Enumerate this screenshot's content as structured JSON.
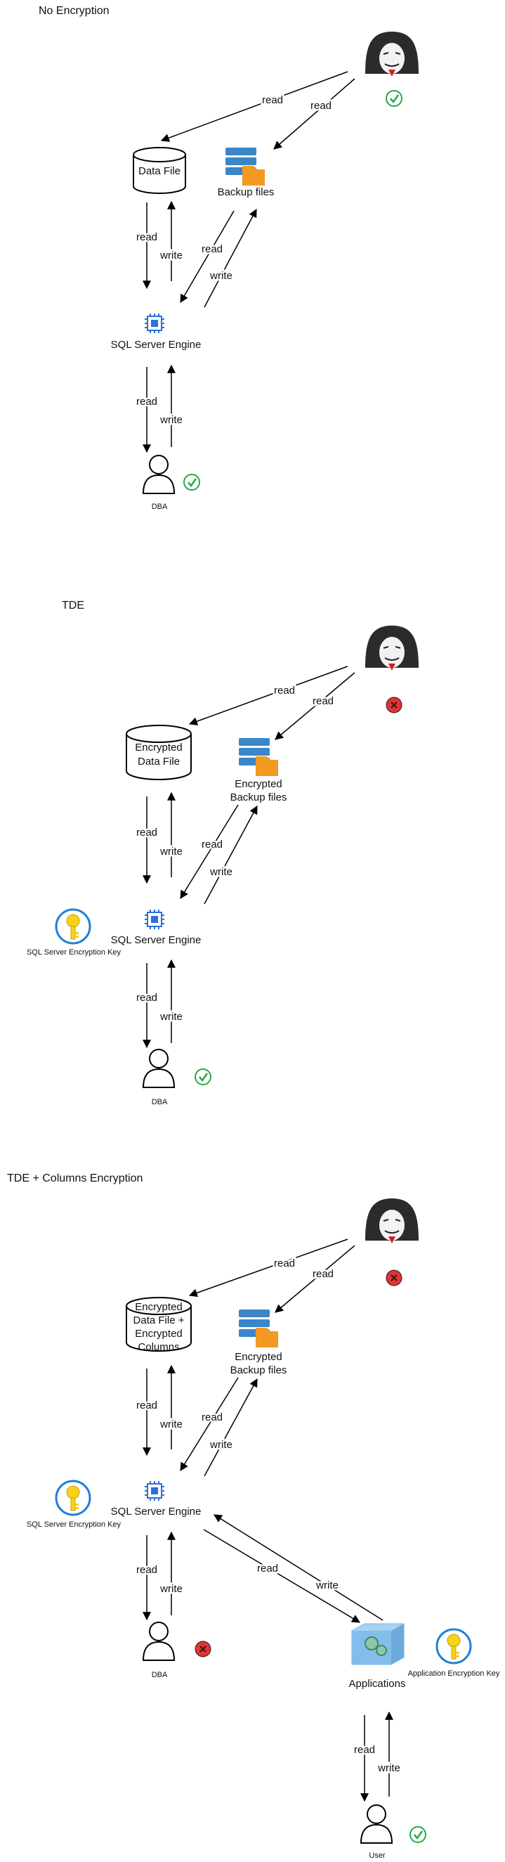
{
  "colors": {
    "line": "#000000",
    "cpu_blue": "#2f6fd6",
    "db_blue": "#3a86c8",
    "folder_orange": "#f29a22",
    "key_yellow": "#f7d21c",
    "key_ring": "#1f7ed8",
    "ok_green": "#22aa44",
    "deny_red": "#e53232",
    "app_cube": "#7ab8e8"
  },
  "icons": {
    "hacker": "hacker-icon",
    "datafile": "database-cylinder-icon",
    "backup": "backup-files-icon",
    "engine": "cpu-chip-icon",
    "user": "user-icon",
    "key": "key-icon",
    "allowed": "check-circle-icon",
    "denied": "x-circle-icon",
    "app": "applications-cube-icon"
  },
  "sections": [
    {
      "title": "No Encryption",
      "datafile": "Data File",
      "backup": [
        "Backup files"
      ],
      "engine": "SQL Server Engine",
      "dba": "DBA",
      "hacker_status": "allowed",
      "dba_status": "allowed",
      "key_label": "",
      "read": "read",
      "write": "write"
    },
    {
      "title": "TDE",
      "datafile": "Encrypted Data File",
      "datafile_lines": [
        "Encrypted",
        "Data File"
      ],
      "backup": [
        "Encrypted",
        "Backup files"
      ],
      "engine": "SQL Server Engine",
      "dba": "DBA",
      "hacker_status": "denied",
      "dba_status": "allowed",
      "key_label": "SQL Server Encryption Key",
      "read": "read",
      "write": "write"
    },
    {
      "title": "TDE + Columns Encryption",
      "datafile_lines": [
        "Encrypted",
        "Data File +",
        "Encrypted",
        "Columns"
      ],
      "backup": [
        "Encrypted",
        "Backup files"
      ],
      "engine": "SQL Server Engine",
      "dba": "DBA",
      "hacker_status": "denied",
      "dba_status": "denied",
      "key_label": "SQL Server Encryption Key",
      "applications": "Applications",
      "app_key_label": "Application Encryption Key",
      "user": "User",
      "user_status": "allowed",
      "read": "read",
      "write": "write"
    }
  ]
}
